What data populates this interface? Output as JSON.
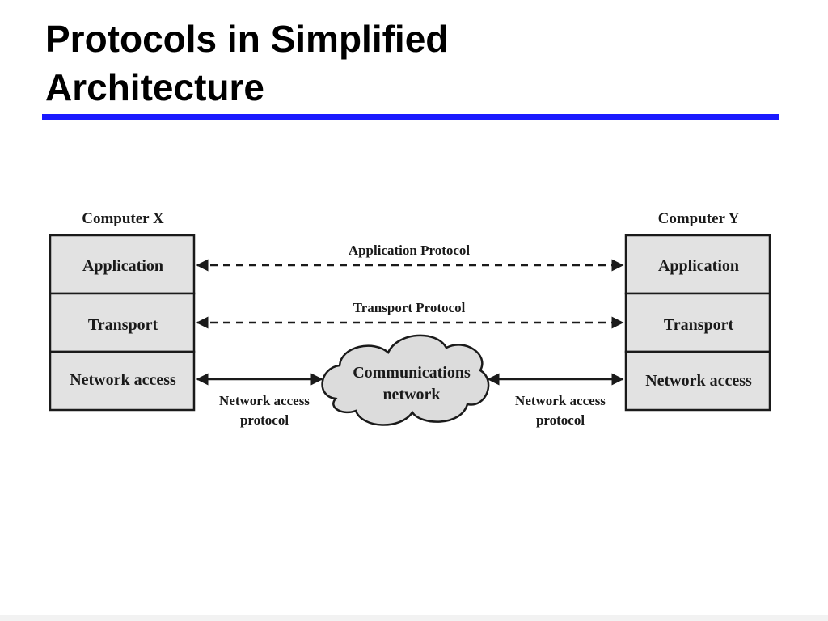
{
  "slide": {
    "title_lines": [
      "Protocols in Simplified",
      "Architecture"
    ],
    "accent_color": "#1a1aff"
  },
  "diagram": {
    "computer_x": {
      "label": "Computer X",
      "layers": [
        "Application",
        "Transport",
        "Network access"
      ]
    },
    "computer_y": {
      "label": "Computer Y",
      "layers": [
        "Application",
        "Transport",
        "Network access"
      ]
    },
    "protocols": {
      "application": "Application Protocol",
      "transport": "Transport Protocol",
      "network_left": [
        "Network access",
        "protocol"
      ],
      "network_right": [
        "Network access",
        "protocol"
      ]
    },
    "network": {
      "lines": [
        "Communications",
        "network"
      ]
    },
    "colors": {
      "layer_fill": "#e2e2e2",
      "cloud_fill": "#dcdcdc",
      "stroke": "#1a1a1a"
    }
  }
}
